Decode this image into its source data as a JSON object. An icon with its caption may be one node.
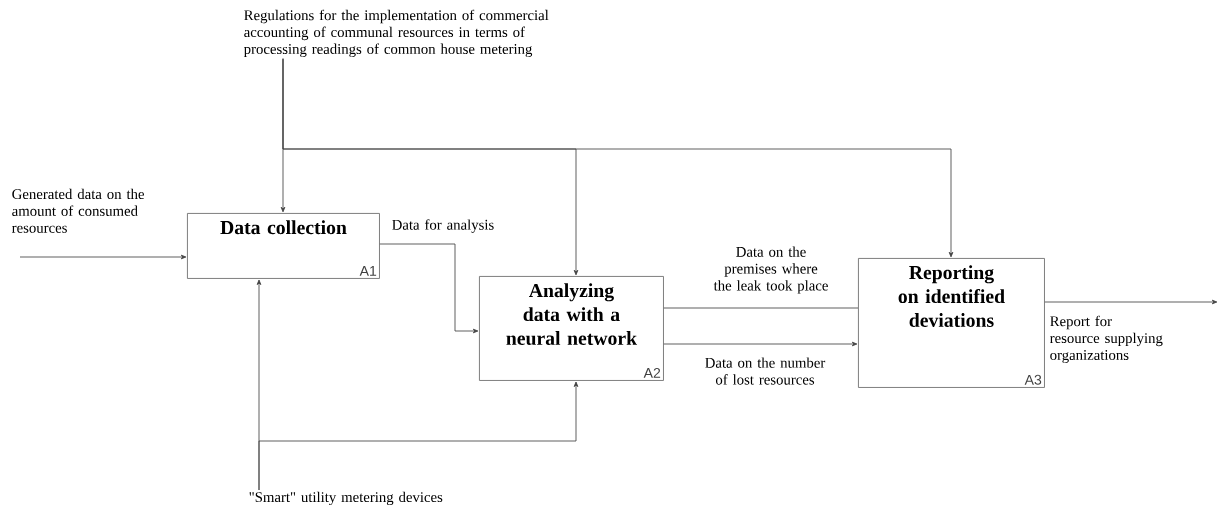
{
  "diagram": {
    "nodes": [
      {
        "text": [
          "Regulations for the implementation of commercial accounting of communal resources in terms of processing readings of common house metering"
        ]
      },
      {
        "text": [
          "Data collection",
          "A1"
        ]
      },
      {
        "text": [
          "Analyzing data with a neural network",
          "A2"
        ]
      },
      {
        "text": [
          "Reporting on identified deviations",
          "A3"
        ]
      },
      {
        "text": [
          "\"Smart\" utility metering devices"
        ]
      }
    ],
    "edges": [
      {
        "from": null,
        "to": 1,
        "arrow": "to",
        "label": "Generated data on the amount of consumed resources"
      },
      {
        "from": 0,
        "to": 1,
        "arrow": "to"
      },
      {
        "from": 0,
        "to": 2,
        "arrow": "to"
      },
      {
        "from": 0,
        "to": 3,
        "arrow": "to"
      },
      {
        "from": 1,
        "to": 2,
        "arrow": "to",
        "label": "Data for analysis"
      },
      {
        "from": 2,
        "to": 3,
        "arrow": "none",
        "label": "Data on the premises where the leak took place"
      },
      {
        "from": 2,
        "to": 3,
        "arrow": "to",
        "label": "Data on the number of lost resources"
      },
      {
        "from": 3,
        "to": null,
        "arrow": "to",
        "label": "Report for resource supplying organizations"
      },
      {
        "from": 4,
        "to": 1,
        "arrow": "to"
      },
      {
        "from": 4,
        "to": 2,
        "arrow": "to"
      }
    ]
  }
}
